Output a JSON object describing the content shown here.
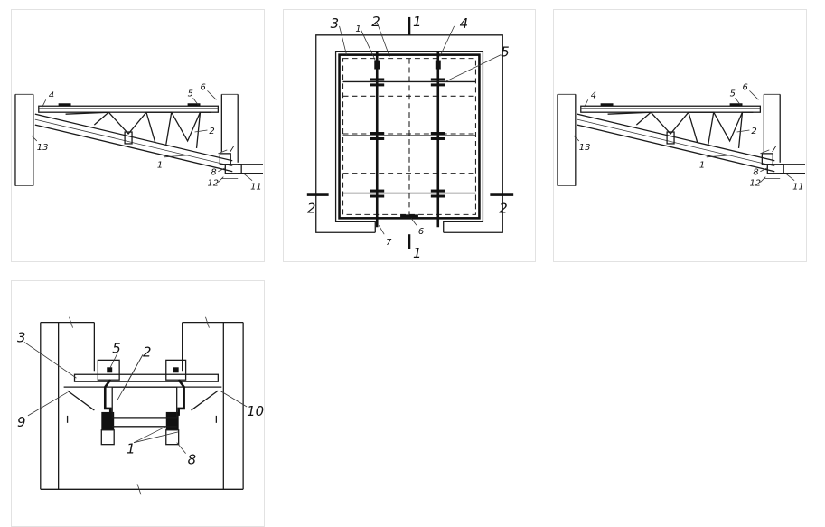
{
  "side_view": {
    "labels": [
      "1",
      "2",
      "4",
      "5",
      "6",
      "7",
      "8",
      "11",
      "12",
      "13"
    ]
  },
  "plan_view": {
    "labels": [
      "1",
      "2",
      "3",
      "4",
      "5",
      "6",
      "7"
    ],
    "section_marks": [
      "1",
      "1",
      "2",
      "2"
    ]
  },
  "section_view": {
    "labels": [
      "1",
      "2",
      "3",
      "5",
      "8",
      "9",
      "10"
    ]
  },
  "colors": {
    "line": "#1a1a1a",
    "background": "#ffffff",
    "panel_border": "#e2e2e2"
  }
}
